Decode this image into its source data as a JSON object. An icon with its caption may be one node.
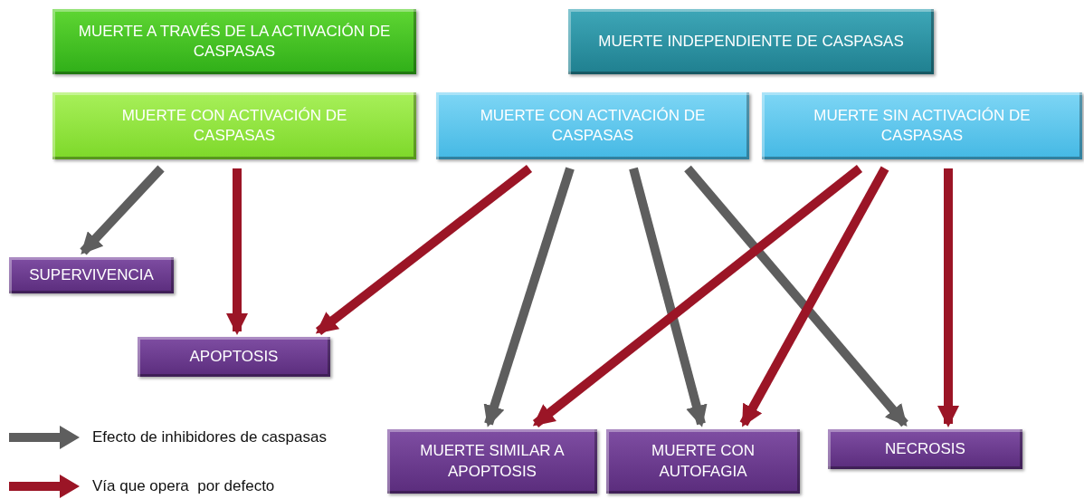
{
  "diagram": {
    "nodes": [
      {
        "text": [
          "MUERTE A TRAVÉS DE LA ACTIVACIÓN DE CASPASAS"
        ]
      },
      {
        "text": [
          "MUERTE INDEPENDIENTE DE CASPASAS"
        ]
      },
      {
        "text": [
          "MUERTE CON ACTIVACIÓN DE CASPASAS"
        ]
      },
      {
        "text": [
          "MUERTE CON ACTIVACIÓN DE CASPASAS"
        ]
      },
      {
        "text": [
          "MUERTE SIN ACTIVACIÓN DE CASPASAS"
        ]
      },
      {
        "text": [
          "SUPERVIVENCIA"
        ]
      },
      {
        "text": [
          "APOPTOSIS"
        ]
      },
      {
        "text": [
          "MUERTE SIMILAR A APOPTOSIS"
        ]
      },
      {
        "text": [
          "MUERTE CON AUTOFAGIA"
        ]
      },
      {
        "text": [
          "NECROSIS"
        ]
      }
    ],
    "edges": [
      {
        "from": 2,
        "to": 5,
        "arrow": "to",
        "color": "#5e5e5e"
      },
      {
        "from": 2,
        "to": 6,
        "arrow": "to"
      },
      {
        "from": 3,
        "to": 6,
        "arrow": "to"
      },
      {
        "from": 3,
        "to": 7,
        "arrow": "to",
        "color": "#5e5e5e"
      },
      {
        "from": 3,
        "to": 8,
        "arrow": "to",
        "color": "#5e5e5e"
      },
      {
        "from": 3,
        "to": 9,
        "arrow": "to",
        "color": "#5e5e5e"
      },
      {
        "from": 4,
        "to": 7,
        "arrow": "to"
      },
      {
        "from": 4,
        "to": 8,
        "arrow": "to"
      },
      {
        "from": 4,
        "to": 9,
        "arrow": "to"
      }
    ],
    "legend": [
      {
        "text": "Efecto de inhibidores de caspasas",
        "color": "#5e5e5e"
      },
      {
        "text": "Vía que opera  por defecto",
        "color": "#9b1526"
      }
    ]
  }
}
